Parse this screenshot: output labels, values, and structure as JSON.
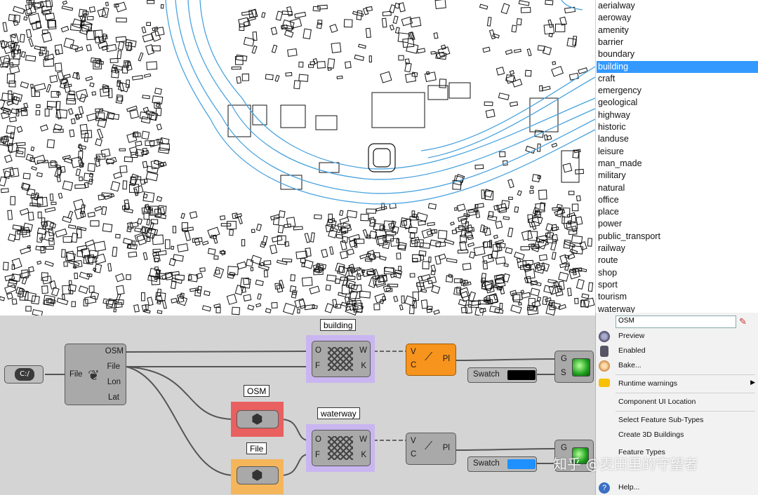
{
  "feature_list": {
    "items": [
      "aerialway",
      "aeroway",
      "amenity",
      "barrier",
      "boundary",
      "building",
      "craft",
      "emergency",
      "geological",
      "highway",
      "historic",
      "landuse",
      "leisure",
      "man_made",
      "military",
      "natural",
      "office",
      "place",
      "power",
      "public_transport",
      "railway",
      "route",
      "shop",
      "sport",
      "tourism",
      "waterway"
    ],
    "selected": "building"
  },
  "canvas": {
    "osm_component": {
      "input": "File",
      "outputs": [
        "OSM",
        "File",
        "Lon",
        "Lat"
      ]
    },
    "group_building": {
      "label": "building",
      "inputs": [
        "O",
        "F"
      ],
      "outputs": [
        "W",
        "K"
      ]
    },
    "group_waterway": {
      "label": "waterway",
      "inputs": [
        "O",
        "F"
      ],
      "outputs": [
        "W",
        "K"
      ]
    },
    "group_osm": {
      "label": "OSM"
    },
    "group_file": {
      "label": "File"
    },
    "polyline_top": {
      "inputs": [
        "V",
        "C"
      ],
      "output": "Pl"
    },
    "polyline_bottom": {
      "inputs": [
        "V",
        "C"
      ],
      "output": "Pl"
    },
    "swatch_top": {
      "label": "Swatch",
      "color": "#000000"
    },
    "swatch_bottom": {
      "label": "Swatch",
      "color": "#1e90ff"
    },
    "preview_top": {
      "inputs": [
        "G",
        "S"
      ]
    },
    "preview_bottom": {
      "inputs": [
        "G"
      ]
    }
  },
  "context_menu": {
    "name_field": "OSM",
    "items": {
      "preview": "Preview",
      "enabled": "Enabled",
      "bake": "Bake...",
      "runtime_warnings": "Runtime warnings",
      "component_ui": "Component UI Location",
      "select_subtypes": "Select Feature Sub-Types",
      "create_3d": "Create 3D Buildings",
      "feature_types": "Feature Types",
      "help": "Help..."
    }
  },
  "watermark": "知乎 @麦田里的守望者",
  "colors": {
    "selection": "#3399ff",
    "river": "#4aa3df",
    "group_purple": "#c9b6f0",
    "group_red": "#e8605f",
    "group_orange": "#f5b55a",
    "polyline_orange": "#f7941d"
  }
}
